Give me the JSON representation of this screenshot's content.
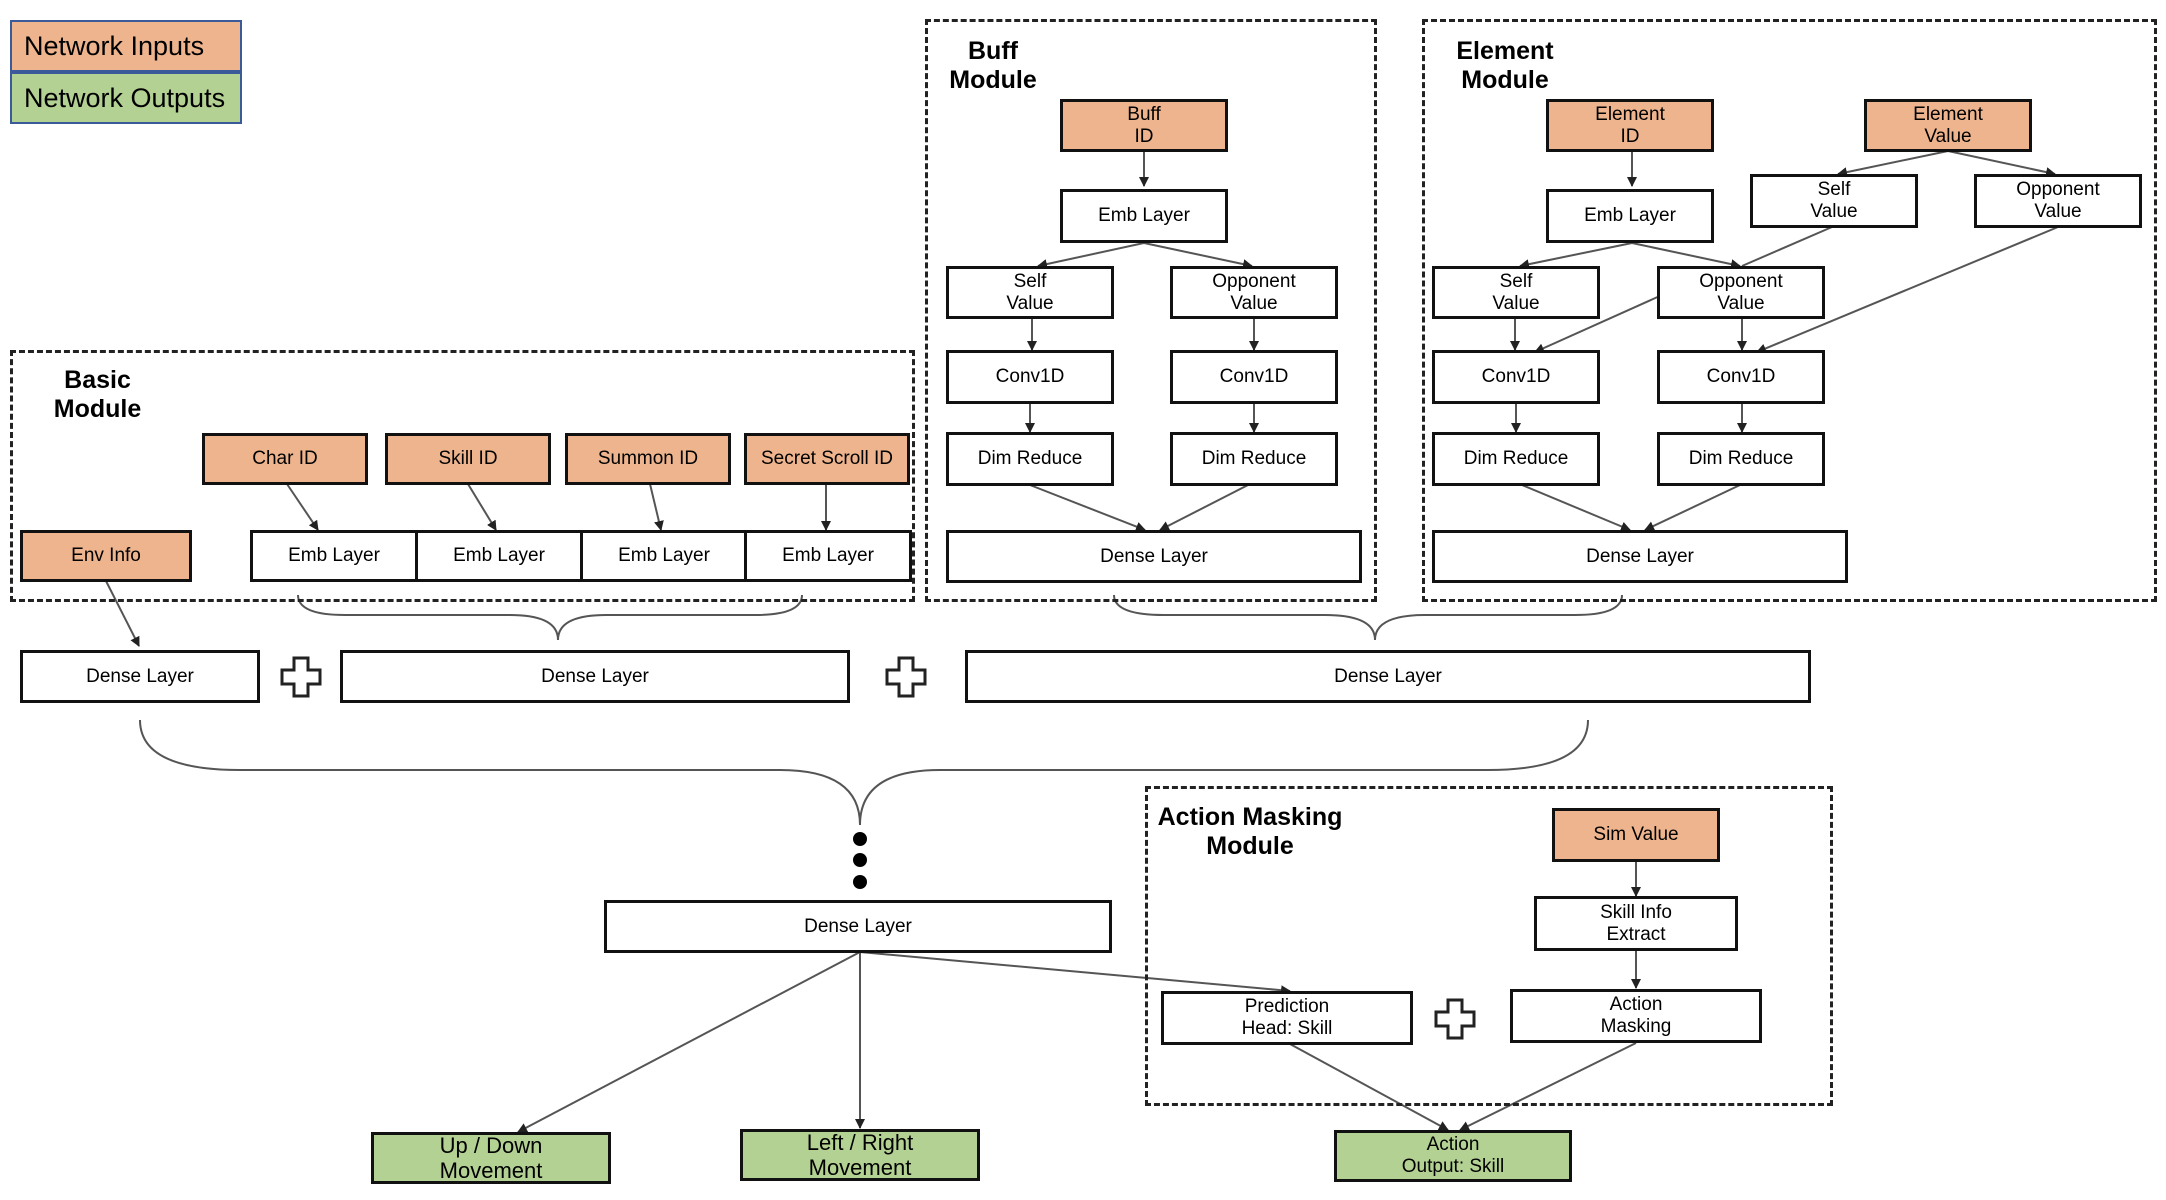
{
  "legend": {
    "inputs": "Network Inputs",
    "outputs": "Network Outputs",
    "input_color": "#eeb48d",
    "output_color": "#b3d193"
  },
  "modules": {
    "basic": "Basic\nModule",
    "buff": "Buff\nModule",
    "element": "Element\nModule",
    "action_masking": "Action Masking\nModule"
  },
  "basic": {
    "char_id": "Char ID",
    "skill_id": "Skill ID",
    "summon_id": "Summon ID",
    "secret_scroll_id": "Secret Scroll ID",
    "env_info": "Env Info",
    "emb_layer": "Emb Layer"
  },
  "buff": {
    "buff_id": "Buff\nID",
    "emb_layer": "Emb Layer",
    "self_value": "Self\nValue",
    "opponent_value": "Opponent\nValue",
    "conv1d": "Conv1D",
    "dim_reduce": "Dim Reduce",
    "dense_layer": "Dense Layer"
  },
  "element": {
    "element_id": "Element\nID",
    "element_value": "Element\nValue",
    "emb_layer": "Emb Layer",
    "self_value": "Self\nValue",
    "opponent_value": "Opponent\nValue",
    "conv1d": "Conv1D",
    "dim_reduce": "Dim Reduce",
    "dense_layer": "Dense Layer"
  },
  "merge": {
    "dense_layer": "Dense Layer"
  },
  "action_masking": {
    "sim_value": "Sim Value",
    "skill_info_extract": "Skill Info\nExtract",
    "action_masking": "Action\nMasking",
    "prediction_head": "Prediction\nHead: Skill"
  },
  "outputs": {
    "up_down": "Up / Down\nMovement",
    "left_right": "Left / Right\nMovement",
    "action": "Action\nOutput: Skill"
  }
}
